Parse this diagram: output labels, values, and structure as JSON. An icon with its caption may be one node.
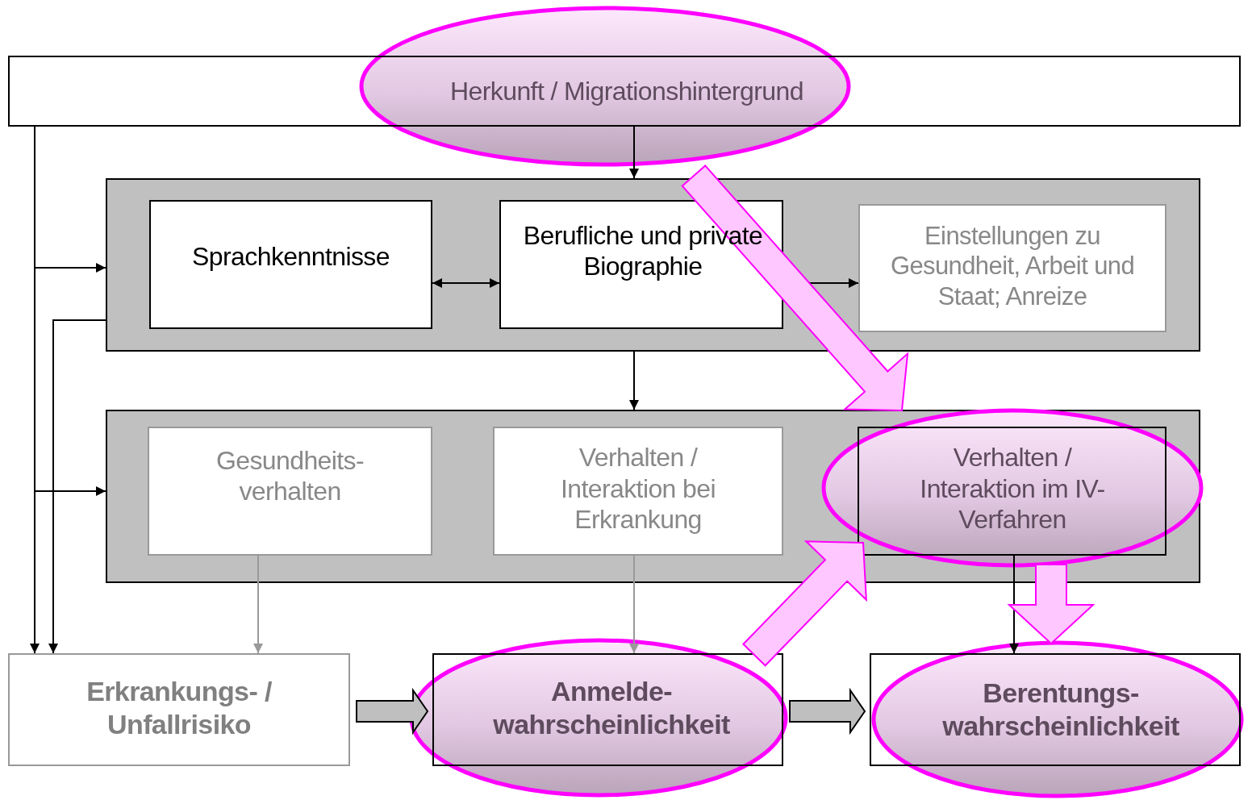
{
  "diagram": {
    "nodes": [
      {
        "text": [
          "Herkunft / Migrationshintergrund"
        ]
      },
      {
        "text": [],
        "shape": "box"
      },
      {
        "text": [
          "Sprachkenntnisse"
        ],
        "in": 1
      },
      {
        "text": [
          "Berufliche und private Biographie"
        ],
        "in": 1
      },
      {
        "text": [
          "Einstellungen zu Gesundheit, Arbeit und Staat; Anreize"
        ],
        "in": 1
      },
      {
        "text": [],
        "shape": "box"
      },
      {
        "text": [
          "Gesundheits- verhalten"
        ],
        "in": 5
      },
      {
        "text": [
          "Verhalten / Interaktion bei Erkrankung"
        ],
        "in": 5
      },
      {
        "text": [
          "Verhalten / Interaktion im IV- Verfahren"
        ],
        "in": 5
      },
      {
        "text": [
          "Erkrankungs- / Unfallrisiko"
        ]
      },
      {
        "text": [
          "Anmelde- wahrscheinlichkeit"
        ]
      },
      {
        "text": [
          "Berentungs- wahrscheinlichkeit"
        ]
      }
    ],
    "edges": [
      {
        "from": 0,
        "to": 1,
        "arrow": "to"
      },
      {
        "from": 0,
        "to": 1,
        "arrow": "to"
      },
      {
        "from": 0,
        "to": 5,
        "arrow": "to"
      },
      {
        "from": 0,
        "to": 9,
        "arrow": "to"
      },
      {
        "from": 1,
        "to": 9,
        "arrow": "to"
      },
      {
        "from": 2,
        "to": 3,
        "arrow": "both"
      },
      {
        "from": 3,
        "to": 4,
        "arrow": "to"
      },
      {
        "from": 1,
        "to": 5,
        "arrow": "to"
      },
      {
        "from": 6,
        "to": 9,
        "arrow": "to",
        "color": "#999999"
      },
      {
        "from": 7,
        "to": 10,
        "arrow": "to",
        "color": "#999999"
      },
      {
        "from": 8,
        "to": 11,
        "arrow": "to"
      },
      {
        "from": 9,
        "to": 10,
        "arrow": "to",
        "style": "thick"
      },
      {
        "from": 10,
        "to": 11,
        "arrow": "to",
        "style": "thick"
      },
      {
        "from": 0,
        "to": 8,
        "arrow": "to",
        "style": "thick",
        "color": "#ff00ff"
      },
      {
        "from": 10,
        "to": 8,
        "arrow": "to",
        "style": "thick",
        "color": "#ff00ff"
      },
      {
        "from": 8,
        "to": 11,
        "arrow": "to",
        "style": "thick",
        "color": "#ff00ff"
      }
    ]
  }
}
